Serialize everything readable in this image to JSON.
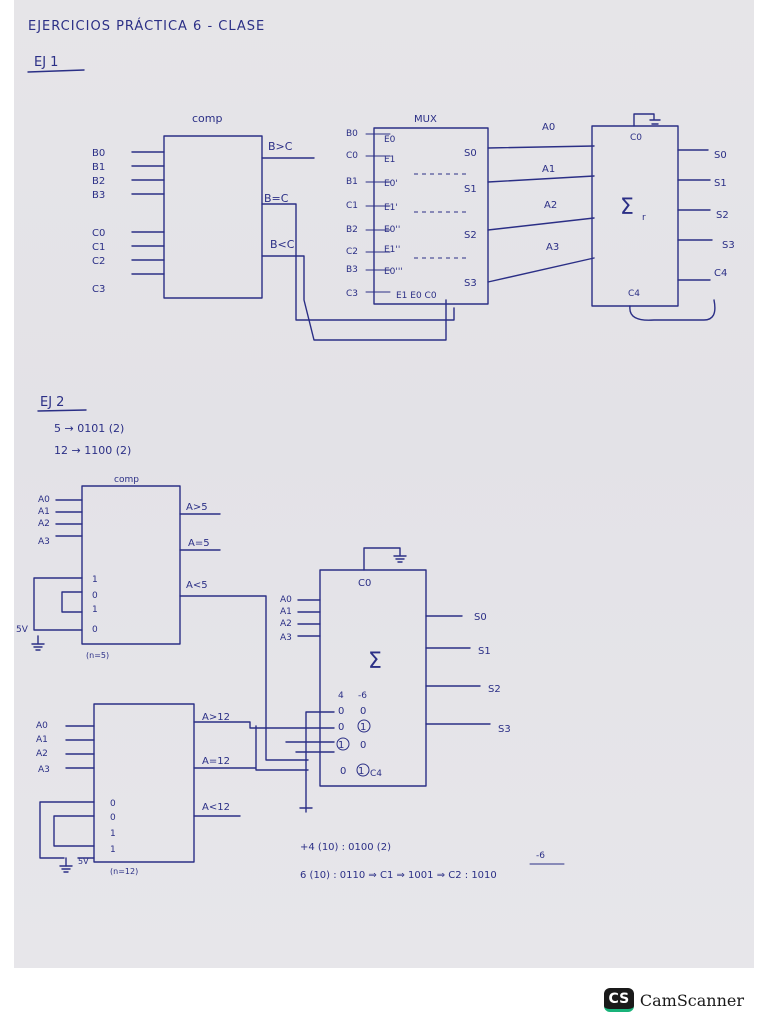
{
  "header": {
    "title": "EJERCICIOS   PRÁCTICA 6 - CLASE"
  },
  "ex1": {
    "title": "EJ 1",
    "comp": {
      "label": "comp",
      "inputs": [
        "B0",
        "B1",
        "B2",
        "B3",
        "C0",
        "C1",
        "C2",
        "C3"
      ],
      "outputs": [
        "B>C",
        "B=C",
        "B<C"
      ]
    },
    "mux": {
      "label": "MUX",
      "inputs_outer": [
        "B0",
        "C0",
        "B1",
        "C1",
        "B2",
        "C2",
        "B3",
        "C3"
      ],
      "inputs_inner": [
        "E0",
        "E1",
        "E0'",
        "E1'",
        "E0''",
        "E1''",
        "E0'''"
      ],
      "bottom": "E1  E0  C0",
      "outputs": [
        "S0",
        "S1",
        "S2",
        "S3"
      ]
    },
    "adder": {
      "symbol": "Σ",
      "sub": "r",
      "top": "C0",
      "bottom": "C4",
      "inputs": [
        "A0",
        "A1",
        "A2",
        "A3"
      ],
      "outputs": [
        "S0",
        "S1",
        "S2",
        "S3",
        "C4"
      ]
    }
  },
  "ex2": {
    "title": "EJ 2",
    "notes": [
      "5 → 0101 (2)",
      "12 → 1100 (2)"
    ],
    "comp1": {
      "label": "comp",
      "inputs": [
        "A0",
        "A1",
        "A2",
        "A3"
      ],
      "bits": [
        "1",
        "0",
        "1",
        "0"
      ],
      "outputs": [
        "A>5",
        "A=5",
        "A<5"
      ],
      "caption": "(n=5)",
      "supply": "5V"
    },
    "comp2": {
      "inputs": [
        "A0",
        "A1",
        "A2",
        "A3"
      ],
      "bits": [
        "0",
        "0",
        "1",
        "1"
      ],
      "outputs": [
        "A>12",
        "A=12",
        "A<12"
      ],
      "caption": "(n=12)",
      "supply": "5V"
    },
    "adder": {
      "symbol": "Σ",
      "top": "C0",
      "inputs": [
        "A0",
        "A1",
        "A2",
        "A3"
      ],
      "outputs": [
        "S0",
        "S1",
        "S2",
        "S3"
      ],
      "col_heads": [
        "4",
        "-6"
      ],
      "bits_left": [
        "0",
        "0",
        "1",
        "0"
      ],
      "bits_right": [
        "0",
        "1",
        "0",
        "1"
      ],
      "bottom": "C4"
    },
    "formula1": "+4 (10) : 0100 (2)",
    "formula2": "6 (10) : 0110  ⇒ C1 ⇒ 1001 ⇒ C2 : 1010",
    "formula_top": "-6"
  },
  "footer": {
    "badge": "CS",
    "brand": "CamScanner"
  },
  "colors": {
    "ink": "#2b2f86",
    "paper": "#e5e4e8",
    "brand_accent": "#19b37a"
  }
}
